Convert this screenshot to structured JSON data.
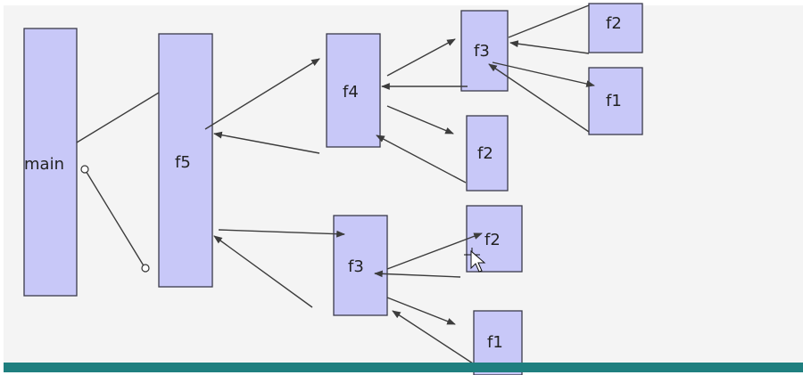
{
  "colors": {
    "background": "#f4f4f4",
    "box_fill": "#c8c8f8",
    "box_stroke": "#3a3a4a",
    "bottom_bar": "#1f7f7f"
  },
  "nodes": {
    "main": "main",
    "f5": "f5",
    "f4": "f4",
    "f3_upper": "f3",
    "f2_top": "f2",
    "f1_top": "f1",
    "f2_mid": "f2",
    "f3_lower": "f3",
    "f2_lower": "f2",
    "f1_lower": "f1"
  },
  "icons": [
    "mouse-pointer-icon"
  ]
}
